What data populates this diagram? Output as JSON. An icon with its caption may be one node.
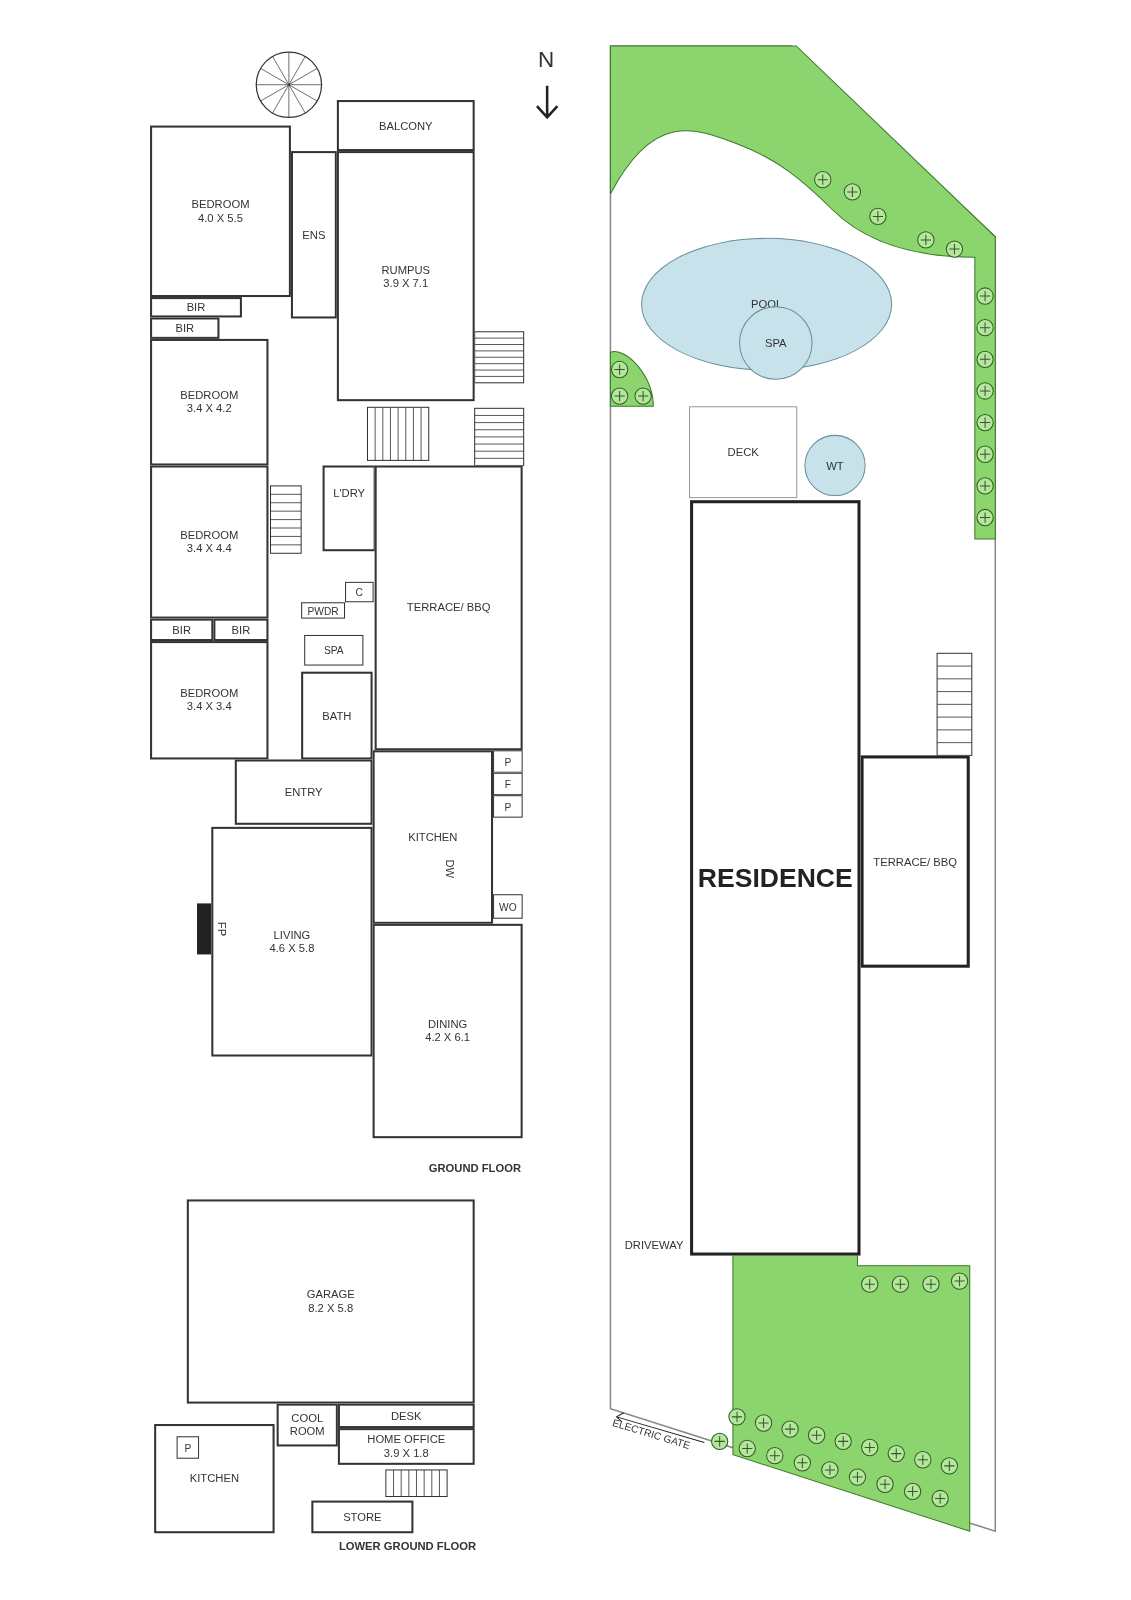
{
  "diagram": {
    "nodes": [
      {
        "text": [
          "BALCONY"
        ]
      },
      {
        "text": [
          "BEDROOM",
          "4.0 X 5.5"
        ]
      },
      {
        "text": [
          "ENS"
        ]
      },
      {
        "text": [
          "RUMPUS",
          "3.9 X 7.1"
        ]
      },
      {
        "text": [
          "BIR"
        ]
      },
      {
        "text": [
          "BIR"
        ]
      },
      {
        "text": [
          "BEDROOM",
          "3.4 X 4.2"
        ]
      },
      {
        "text": [
          "L'DRY"
        ]
      },
      {
        "text": [
          "BEDROOM",
          "3.4 X 4.4"
        ]
      },
      {
        "text": [
          "C"
        ]
      },
      {
        "text": [
          "PWDR"
        ]
      },
      {
        "text": [
          "TERRACE/ BBQ"
        ]
      },
      {
        "text": [
          "BIR"
        ]
      },
      {
        "text": [
          "BIR"
        ]
      },
      {
        "text": [
          "SPA"
        ]
      },
      {
        "text": [
          "BEDROOM",
          "3.4 X 3.4"
        ]
      },
      {
        "text": [
          "BATH"
        ]
      },
      {
        "text": [
          "ENTRY"
        ]
      },
      {
        "text": [
          "KITCHEN"
        ]
      },
      {
        "text": [
          "P"
        ]
      },
      {
        "text": [
          "F"
        ]
      },
      {
        "text": [
          "P"
        ]
      },
      {
        "text": [
          "WO"
        ]
      },
      {
        "text": [
          "LIVING",
          "4.6 X 5.8"
        ]
      },
      {
        "text": [
          "DINING",
          "4.2 X 6.1"
        ]
      },
      {
        "text": [
          "GARAGE",
          "8.2 X 5.8"
        ]
      },
      {
        "text": [
          "COOL ROOM"
        ]
      },
      {
        "text": [
          "DESK"
        ]
      },
      {
        "text": [
          "KITCHEN"
        ]
      },
      {
        "text": [
          "P"
        ],
        "in": 28
      },
      {
        "text": [
          "HOME OFFICE",
          "3.9 X 1.8"
        ]
      },
      {
        "text": [
          "STORE"
        ]
      },
      {
        "text": [
          "POOL"
        ]
      },
      {
        "text": [
          "SPA"
        ]
      },
      {
        "text": [
          "DECK"
        ]
      },
      {
        "text": [
          "WT"
        ]
      },
      {
        "text": [
          "RESIDENCE"
        ]
      },
      {
        "text": [
          "TERRACE/ BBQ"
        ]
      }
    ],
    "labels": [
      "N",
      "DW",
      "FP",
      "GROUND FLOOR",
      "DRIVEWAY",
      "ELECTRIC GATE",
      "LOWER GROUND FLOOR"
    ]
  }
}
